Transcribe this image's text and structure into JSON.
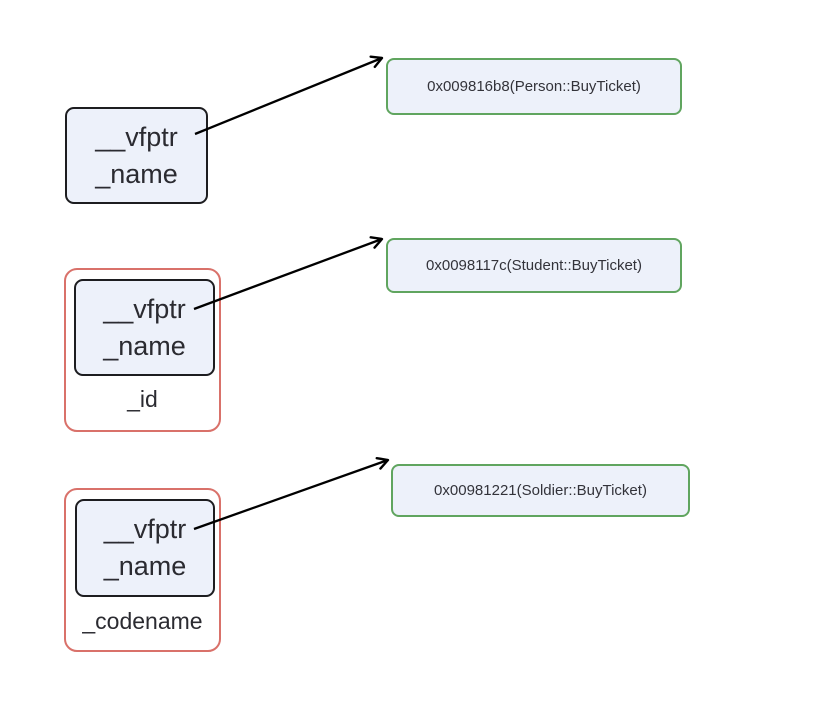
{
  "diagram": {
    "description": "C++ object memory layout diagram: three objects (Person, Student, Soldier) each with a __vfptr pointing to its virtual function table entry for BuyTicket",
    "colors": {
      "background": "#ffffff",
      "object_fill": "#edf1fa",
      "object_border": "#1d1d20",
      "derived_border": "#d9716a",
      "function_border": "#60a55f",
      "arrow": "#000000",
      "text": "#2b2b31"
    },
    "groups": [
      {
        "name": "person",
        "fields": [
          "__vfptr",
          "_name"
        ],
        "member_label": "",
        "function": "0x009816b8(Person::BuyTicket)"
      },
      {
        "name": "student",
        "fields": [
          "__vfptr",
          "_name"
        ],
        "member_label": "_id",
        "function": "0x0098117c(Student::BuyTicket)"
      },
      {
        "name": "soldier",
        "fields": [
          "__vfptr",
          "_name"
        ],
        "member_label": "_codename",
        "function": "0x00981221(Soldier::BuyTicket)"
      }
    ]
  }
}
